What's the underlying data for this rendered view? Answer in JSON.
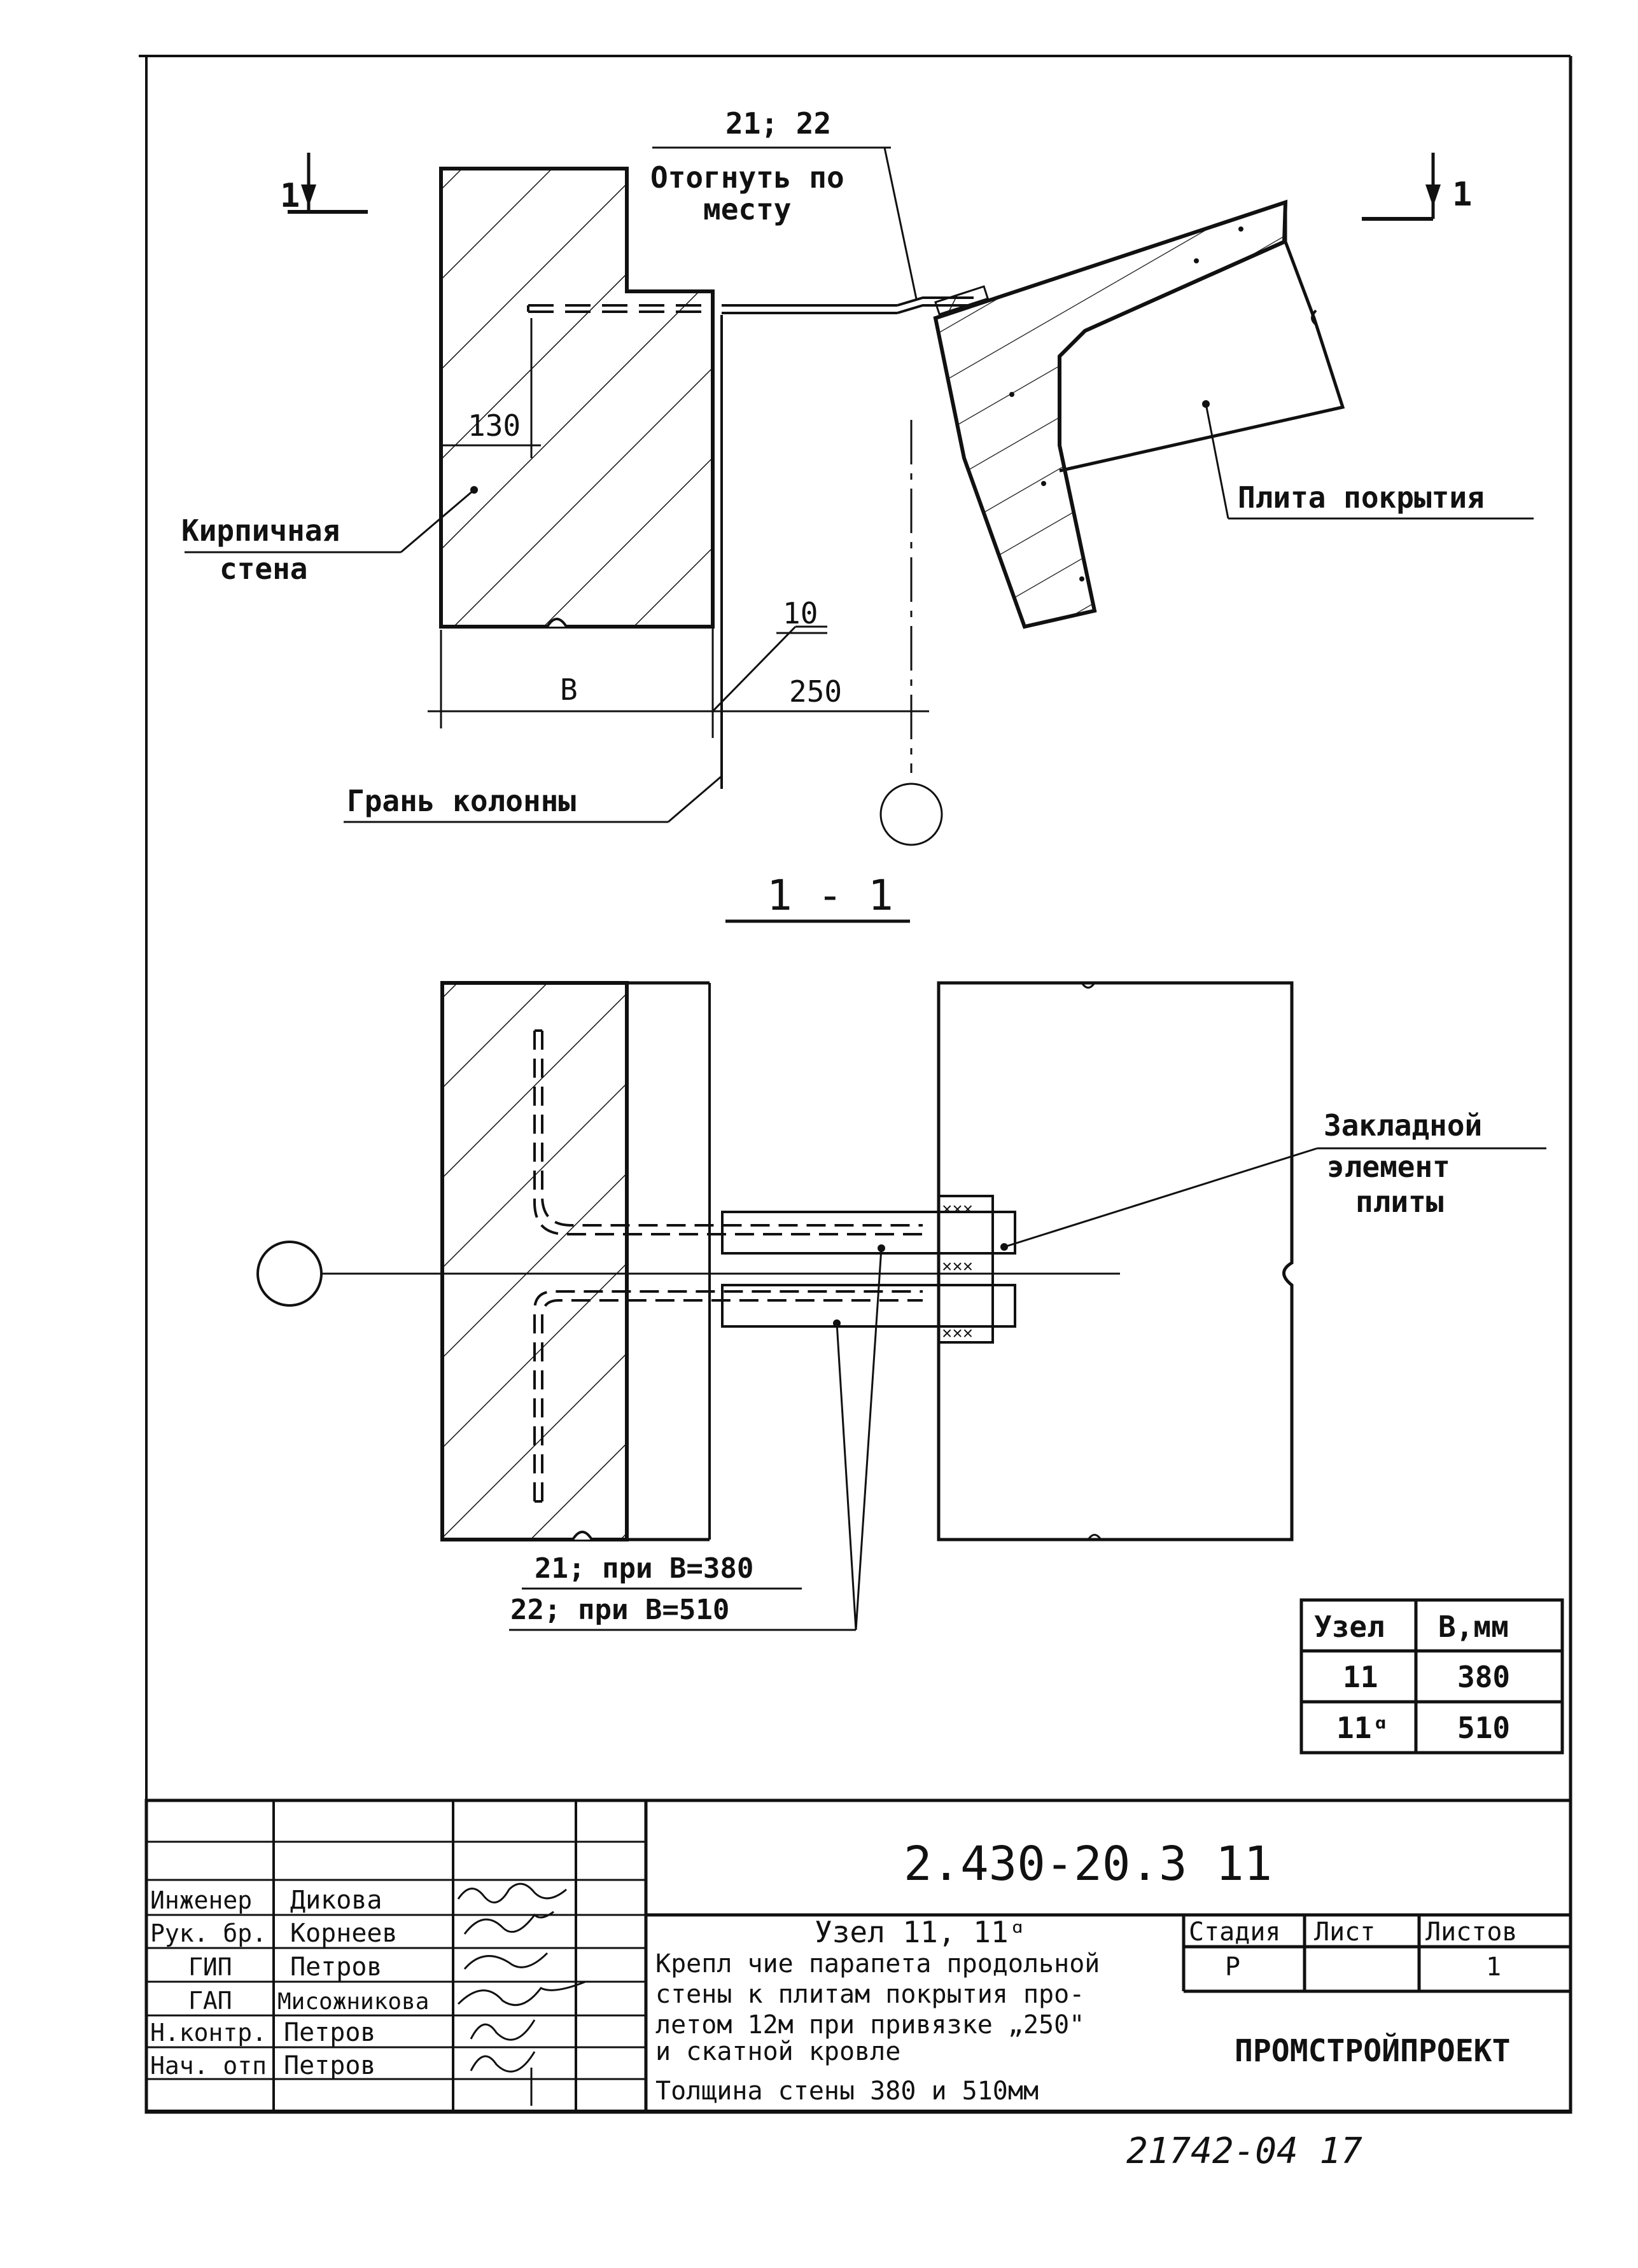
{
  "view_top": {
    "section_mark_left": "1",
    "section_mark_right": "1",
    "callout_pos": "21; 22",
    "note_line1": "Отогнуть по",
    "note_line2": "месту",
    "dim_130": "130",
    "label_wall_line1": "Кирпичная",
    "label_wall_line2": "стена",
    "label_slab": "Плита покрытия",
    "dim_10": "10",
    "dim_b": "B",
    "dim_250": "250",
    "label_column_face": "Грань колонны"
  },
  "section_title": "1 - 1",
  "view_section": {
    "label_embed_line1": "Закладной",
    "label_embed_line2": "элемент",
    "label_embed_line3": "плиты",
    "note_21": "21; при B=380",
    "note_22": "22; при B=510"
  },
  "table": {
    "headers": [
      "Узел",
      "B,мм"
    ],
    "rows": [
      [
        "11",
        "380"
      ],
      [
        "11ᵅ",
        "510"
      ]
    ]
  },
  "title_block": {
    "doc_number": "2.430-20.3 11",
    "staff": [
      {
        "role": "Инженер",
        "name": "Дикова"
      },
      {
        "role": "Рук. бр.",
        "name": "Корнеев"
      },
      {
        "role": "ГИП",
        "name": "Петров"
      },
      {
        "role": "ГАП",
        "name": "Мисожникова"
      },
      {
        "role": "Н.контр.",
        "name": "Петров"
      },
      {
        "role": "Нач. отп",
        "name": "Петров"
      }
    ],
    "title_line1": "Узел 11, 11ᵅ",
    "title_line2": "Крепл чие парапета продольной",
    "title_line3": "стены к плитам покрытия про-",
    "title_line4": "летом 12м при привязке „250\"",
    "title_line5": "и скатной кровле",
    "title_line6": "Толщина стены 380 и 510мм",
    "stage_header": "Стадия",
    "sheet_header": "Лист",
    "sheets_header": "Листов",
    "stage_value": "Р",
    "sheet_value": "",
    "sheets_value": "1",
    "organization": "ПРОМСТРОЙПРОЕКТ"
  },
  "stamp": "21742-04 17"
}
